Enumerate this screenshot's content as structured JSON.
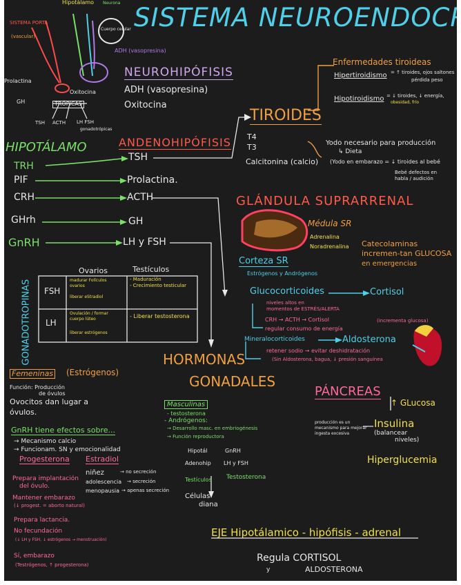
{
  "title": "SISTEMA NEUROENDOCRINO",
  "top_diagram": {
    "hipotalamo_small": "Hipotálamo",
    "sistema_porta": "SISTEMA PORTA",
    "sistema_porta_sub": "(vascular)",
    "neurona": "Neurona",
    "cuerpo_celular": "Cuerpo celular",
    "adh": "ADH (vasopresina)",
    "prolactina": "Prolactina",
    "oxitocina": "Oxitocina",
    "gh": "GH",
    "tropicas": "TRÓPICAS",
    "tsh": "TSH",
    "acth": "ACTH",
    "lh_fsh": "LH FSH",
    "gonadotropinas": "gonadotrópicas"
  },
  "neurohipofisis": {
    "title": "NEUROHIPÓFISIS",
    "items": [
      "ADH (vasopresina)",
      "Oxitocina"
    ]
  },
  "hipotalamo": {
    "title": "HIPOTÁLAMO",
    "hormones": [
      "TRH",
      "PIF",
      "CRH",
      "GHrh",
      "GnRH"
    ]
  },
  "adenohipofisis": {
    "title": "ANDENOHIPÓFISIS",
    "targets": [
      "TSH",
      "Prolactina.",
      "ACTH",
      "GH",
      "LH y FSH"
    ]
  },
  "tiroides": {
    "title": "TIROIDES",
    "t4": "T4",
    "t3": "T3",
    "calcitonina": "Calcitonina (calcio)",
    "enfermedades": "Enfermedades tiroideas",
    "hiper_label": "Hipertiroidismo",
    "hiper_desc1": "= ↑ tiroides, ojos saltones",
    "hiper_desc2": "pérdida peso",
    "hipo_label": "Hipotiroidismo",
    "hipo_desc1": "= ↓ tiroides, ↓ energía,",
    "hipo_desc2": "obesidad, frío",
    "yodo": "Yodo necesario para producción",
    "dieta": "↳ Dieta",
    "embarazo": "(Yodo en embarazo = ↓ tiroides al bebé",
    "bebe": "Bebé defectos en",
    "bebe2": "habla / audición"
  },
  "suprarrenal": {
    "title": "GLÁNDULA SUPRARRENAL",
    "medula": "Médula SR",
    "adrenalina": "Adrenalina",
    "noradrenalina": "Noradrenalina",
    "catecolaminas1": "Catecolaminas",
    "catecolaminas2": "incremen-tan GLUCOSA",
    "catecolaminas3": "en emergencias",
    "corteza": "Corteza SR",
    "estrogenos": "Estrógenos y Andrógenos",
    "glucocorticoides": "Glucocorticoides",
    "cortisol": "Cortisol",
    "niveles1": "niveles altos en",
    "niveles2": "momentos de ESTRÉS/ALERTA",
    "crh_chain": "CRH → ACTH → Cortisol",
    "regular": "regular consumo de energía",
    "incrementa": "(incrementa glucosa)",
    "mineralo": "Mineralocorticoides",
    "aldosterona": "Aldosterona",
    "retener": "retener sodio → evitar deshidratación",
    "sin_aldo": "(Sin Aldosterona, bagua, ↓ presión sanguínea"
  },
  "gonadotropinas": {
    "side_label": "GONADOTROPINAS",
    "col_ovarios": "Ovarios",
    "col_testiculos": "Testículos",
    "fsh": "FSH",
    "lh": "LH",
    "fsh_ov1": "madurar Folículos",
    "fsh_ov2": "ovarios",
    "fsh_ov3": "liberar eStradiol",
    "fsh_te1": "- Maduración",
    "fsh_te2": "- Crecimiento testicular",
    "lh_ov1": "Ovulación / formar",
    "lh_ov2": "cuerpo lúteo",
    "lh_ov3": "liberar estrógenos",
    "lh_te1": "- Liberar testosterona"
  },
  "hormonas_gonadales": {
    "title1": "HORMONAS",
    "title2": "GONADALES"
  },
  "femeninas": {
    "title": "Femeninas",
    "estrogenos": "(Estrógenos)",
    "funcion1": "Función: Producción",
    "funcion2": "de óvulos",
    "ovocitos1": "Ovocitos dan lugar a",
    "ovocitos2": "óvulos.",
    "gnrh_efectos": "GnRH tiene efectos sobre...",
    "mecanismo": "→ Mecanismo calcio",
    "funcionam": "→ Funcionam. SN y emocionalidad",
    "progesterona": "Progesterona",
    "estradiol": "Estradiol",
    "nines": "niñez",
    "no_secrecion": "→ no secreción",
    "adolescencia": "adolescencia",
    "secrecion": "→ secreción",
    "menopausia": "menopausia",
    "apenas": "→ apenas secreción",
    "prep1": "Prepara implantación",
    "prep2": "del óvulo.",
    "mant1": "Mantener embarazo",
    "mant2": "(↓ progest. = aborto natural)",
    "prep_lact": "Prepara lactancia.",
    "no_fec": "No fecundación",
    "no_fec2": "(↓ LH y FSH, ↓ estrógenos → menstruación)",
    "si_emb": "Sí, embarazo",
    "si_emb2": "(Testrógenos, ↑ progesterona)"
  },
  "masculinas": {
    "title": "Masculinas",
    "testo": "- testosterona",
    "andro": "- Andrógenos:",
    "desarrollo": "→ Desarrollo masc. en embriogénesis",
    "funcion": "→ Función reproductora",
    "hipotal": "Hipotál",
    "gnrh": "GnRH",
    "adenohip": "Adenohip",
    "lhfsh": "LH y FSH",
    "testiculos": "Testículos",
    "testosterona": "Testosterona",
    "celulas": "Células",
    "diana": "diana"
  },
  "pancreas": {
    "title": "PÁNCREAS",
    "glucosa": "↑ GLucosa",
    "prod1": "producción es un",
    "prod2": "mecanismo para mejorar",
    "prod3": "ingesta excesiva",
    "insulina": "Insulina",
    "balancear": "(balancear",
    "niveles": "niveles)",
    "hiperglucemia": "Hiperglucemia"
  },
  "eje": {
    "title": "EJE Hipotálamico - hipófisis - adrenal",
    "regula": "Regula CORTISOL",
    "y": "y",
    "aldo": "ALDOSTERONA"
  }
}
